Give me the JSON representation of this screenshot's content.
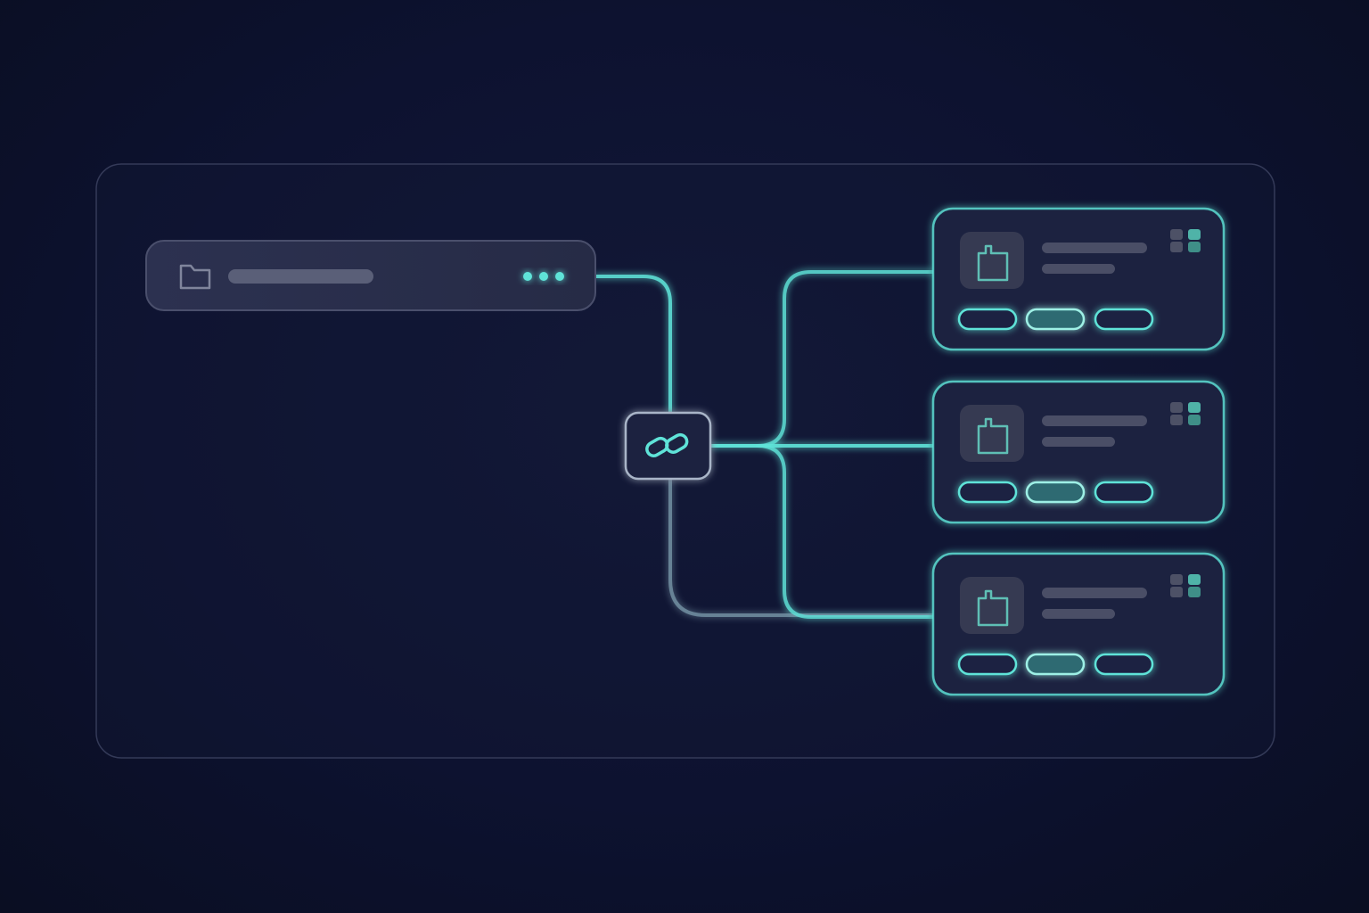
{
  "colors": {
    "background": "#0d1230",
    "accent": "#5fe3d8",
    "panel": "#2a2f4a",
    "placeholder": "#5a5f78",
    "frame": "#3a3f5c"
  },
  "source": {
    "icon": "folder-icon",
    "menu_icon": "more-dots-icon"
  },
  "hub": {
    "icon": "link-icon"
  },
  "targets": [
    {
      "icon": "bag-icon",
      "grid_icon": "grid-icon",
      "pills": 3,
      "active_pill": 2
    },
    {
      "icon": "bag-icon",
      "grid_icon": "grid-icon",
      "pills": 3,
      "active_pill": 2
    },
    {
      "icon": "bag-icon",
      "grid_icon": "grid-icon",
      "pills": 3,
      "active_pill": 2
    }
  ]
}
